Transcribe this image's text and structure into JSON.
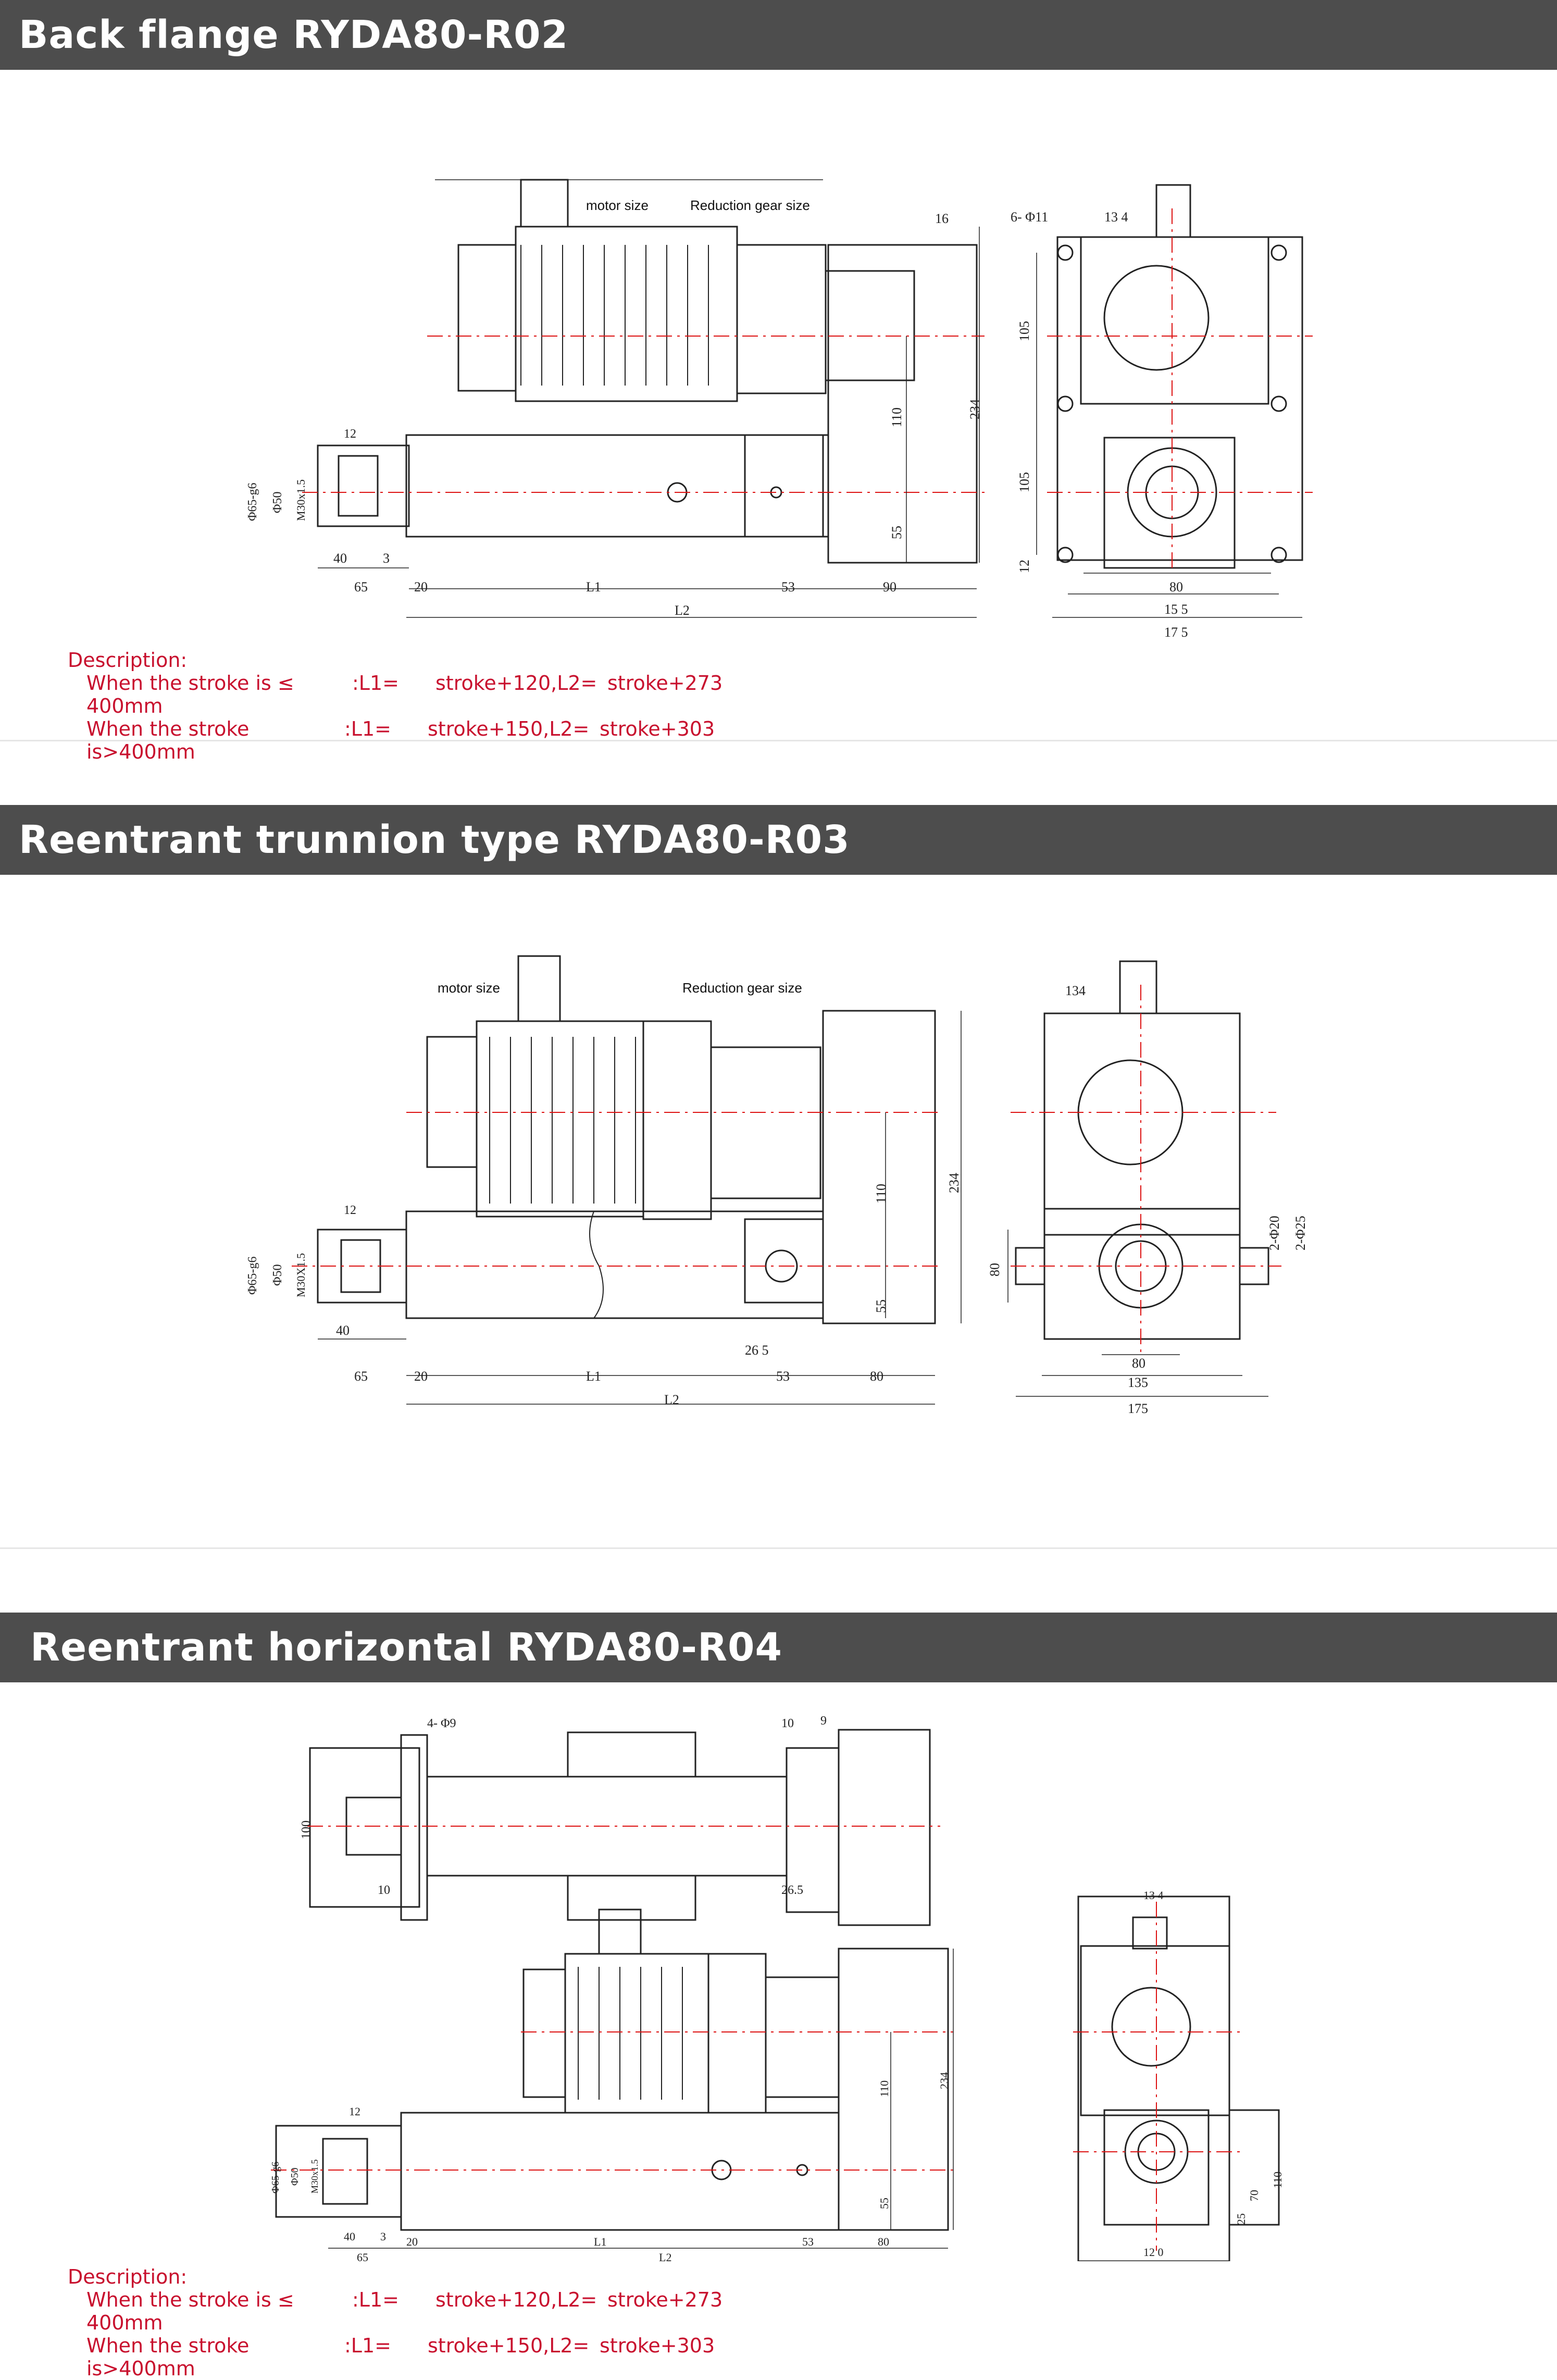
{
  "sections": [
    {
      "title": "Back flange RYDA80-R02"
    },
    {
      "title": "Reentrant trunnion type RYDA80-R03"
    },
    {
      "title": "Reentrant horizontal RYDA80-R04"
    }
  ],
  "labels": {
    "motor_size": "motor size",
    "reduction_gear_size": "Reduction gear size"
  },
  "dims": {
    "d16": "16",
    "d12": "12",
    "d40": "40",
    "d3": "3",
    "d65": "65",
    "d20": "20",
    "L1": "L1",
    "L2": "L2",
    "d53": "53",
    "d90": "90",
    "d80": "80",
    "d110": "110",
    "d234": "234",
    "d55": "55",
    "phi65": "Φ65-g6",
    "phi65b": "Φ65-g6",
    "phi50": "Φ50",
    "m30": "M30x1.5",
    "m30b": "M30X1.5",
    "holes6": "6- Φ11",
    "d134": "13 4",
    "d134b": "134",
    "d105": "105",
    "d155": "15 5",
    "d175": "17 5",
    "d175b": "175",
    "d135": "135",
    "d265": "26  5",
    "d265b": "26.5",
    "d2phi20": "2-Φ20",
    "d2phi25": "2-Φ25",
    "holes4": "4- Φ9",
    "d100": "100",
    "d10": "10",
    "d9": "9",
    "d70": "70",
    "d25": "25",
    "d120": "12 0"
  },
  "descriptions": [
    {
      "heading": "Description:",
      "rows": [
        {
          "cond": "When the stroke is ≤ 400mm",
          "l1": ":L1=",
          "v1": "stroke+120,L2=",
          "v2": "stroke+273"
        },
        {
          "cond": "When the stroke is>400mm",
          "l1": ":L1=",
          "v1": "stroke+150,L2=",
          "v2": "stroke+303"
        }
      ]
    },
    {
      "heading": "Description:",
      "rows": [
        {
          "cond": "When the stroke is ≤ 400mm",
          "l1": ":L1=",
          "v1": "stroke+120,L2=",
          "v2": "stroke+273"
        },
        {
          "cond": "When the stroke is>400mm",
          "l1": ":L1=",
          "v1": "stroke+150,L2=",
          "v2": "stroke+303"
        }
      ]
    }
  ]
}
